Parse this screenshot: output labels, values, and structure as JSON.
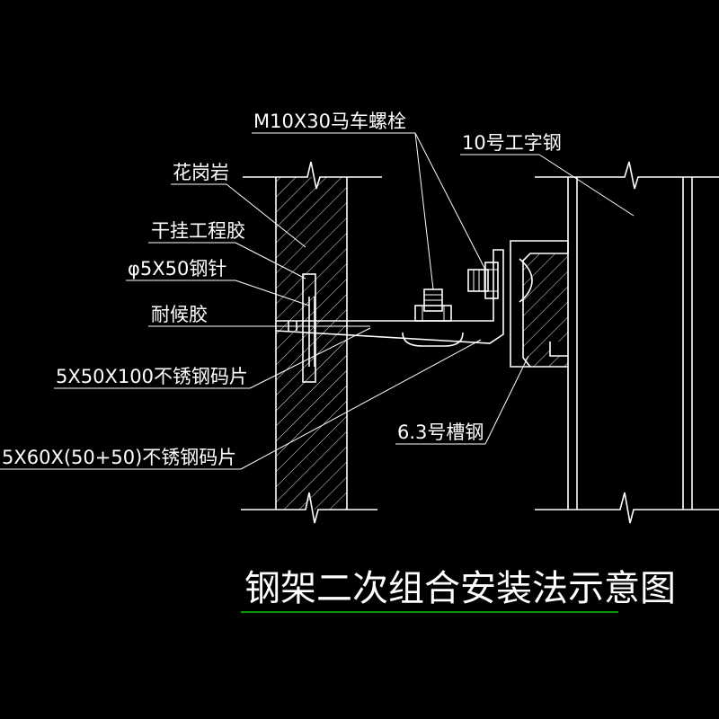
{
  "title": "钢架二次组合安装法示意图",
  "labels": {
    "bolt": "M10X30马车螺栓",
    "i_beam": "10号工字钢",
    "granite": "花岗岩",
    "adhesive": "干挂工程胶",
    "pin": "φ5X50钢针",
    "sealant": "耐候胶",
    "plate_small": "5X50X100不锈钢码片",
    "plate_large": "5X60X(50+50)不锈钢码片",
    "channel": "6.3号槽钢"
  },
  "colors": {
    "background": "#000000",
    "lines": "#ffffff",
    "title_underline": "#00cc00"
  }
}
